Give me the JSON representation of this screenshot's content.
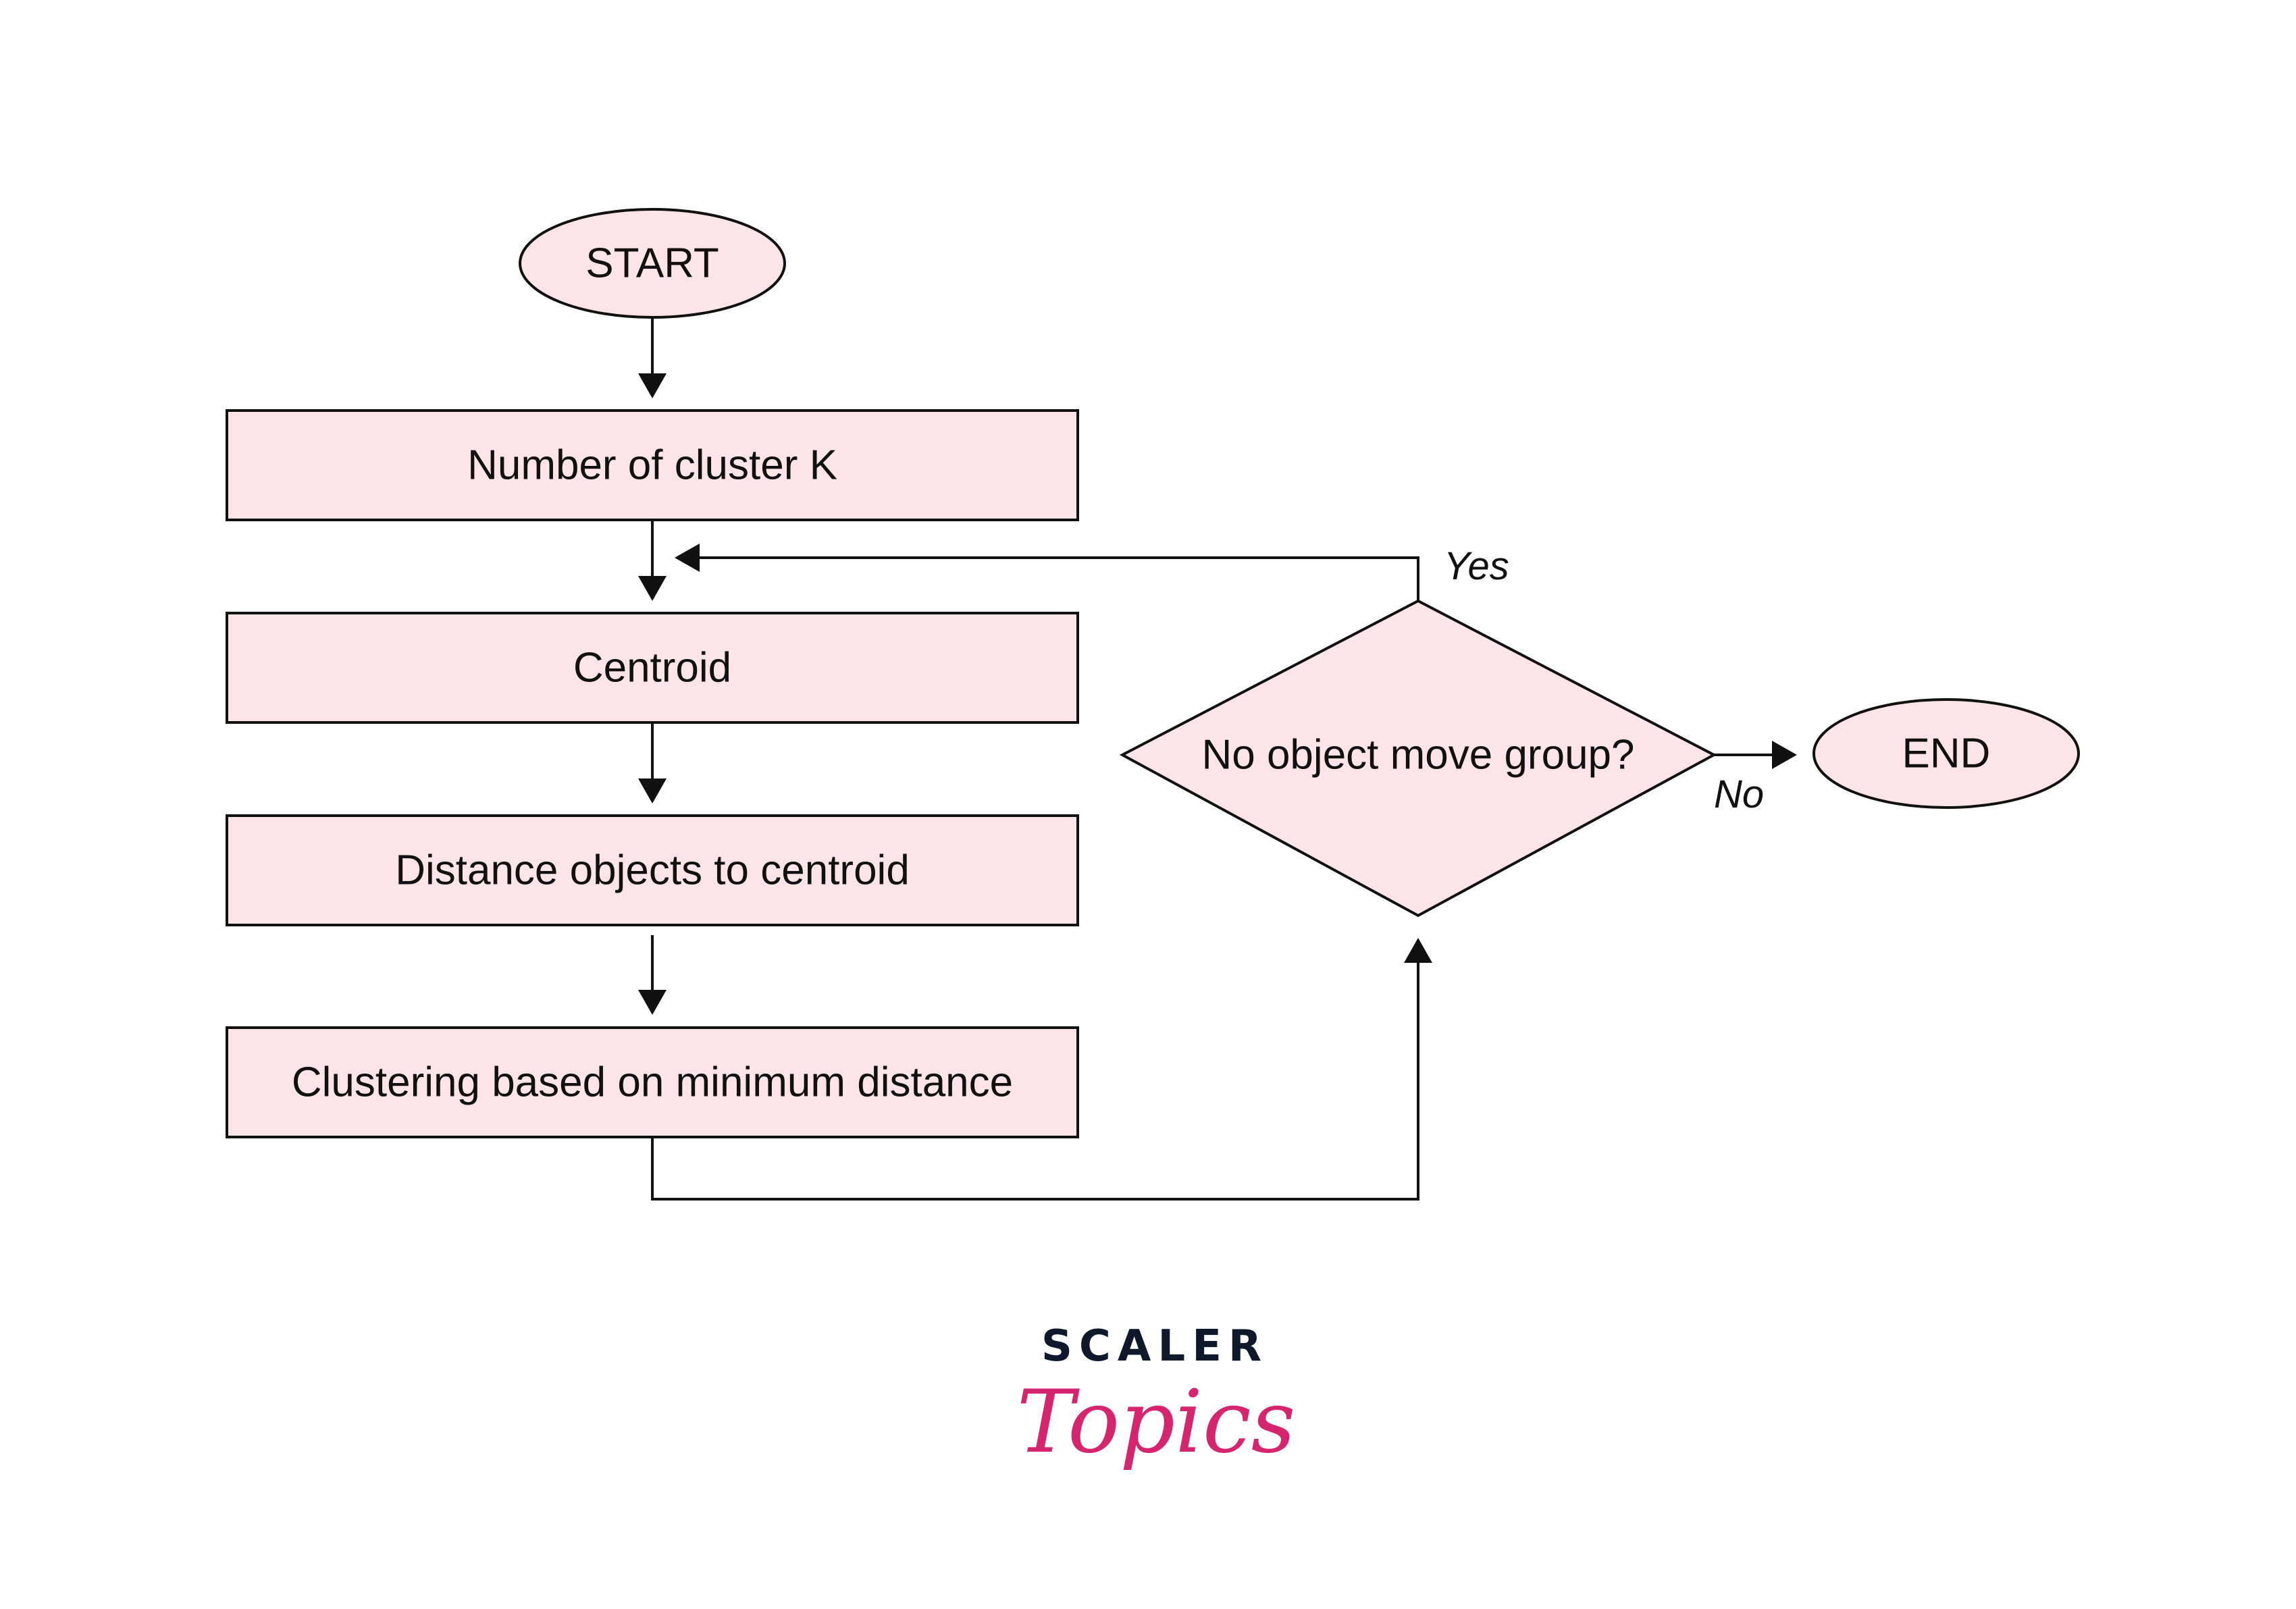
{
  "nodes": {
    "start": "START",
    "num_clusters": "Number of cluster K",
    "centroid": "Centroid",
    "distance": "Distance objects to centroid",
    "clustering": "Clustering based on minimum distance",
    "decision": "No object move group?",
    "end": "END"
  },
  "edge_labels": {
    "yes": "Yes",
    "no": "No"
  },
  "logo": {
    "top": "SCALER",
    "bottom": "Topics"
  },
  "colors": {
    "node_fill": "#fde4e8",
    "stroke": "#111111",
    "logo_dark": "#0e1a2b",
    "logo_accent": "#d6256f"
  }
}
